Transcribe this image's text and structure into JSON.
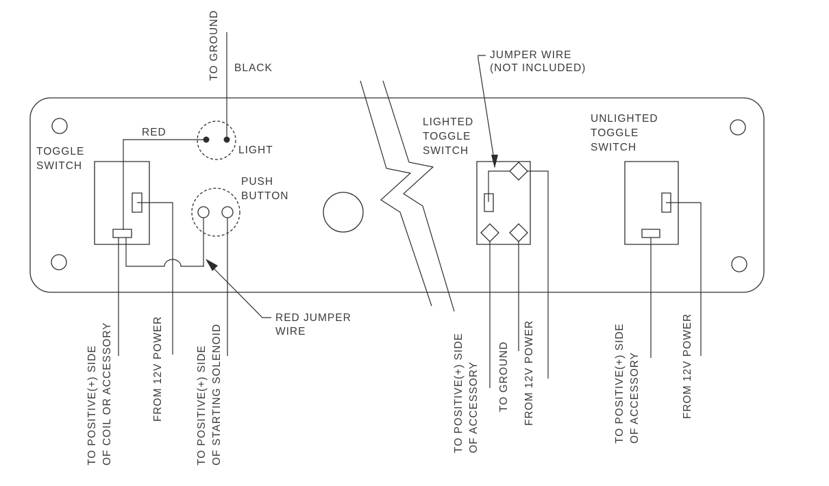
{
  "colors": {
    "line": "#2d2d2d",
    "text": "#3a3a3a",
    "background": "#ffffff"
  },
  "labels": {
    "to_ground_top": "TO GROUND",
    "black": "BLACK",
    "red": "RED",
    "light": "LIGHT",
    "toggle_switch": {
      "l1": "TOGGLE",
      "l2": "SWITCH"
    },
    "push_button": {
      "l1": "PUSH",
      "l2": "BUTTON"
    },
    "lighted_toggle_switch": {
      "l1": "LIGHTED",
      "l2": "TOGGLE",
      "l3": "SWITCH"
    },
    "unlighted_toggle_switch": {
      "l1": "UNLIGHTED",
      "l2": "TOGGLE",
      "l3": "SWITCH"
    },
    "jumper_wire_note": {
      "l1": "JUMPER WIRE",
      "l2": "(NOT INCLUDED)"
    },
    "red_jumper_wire": {
      "l1": "RED JUMPER",
      "l2": "WIRE"
    }
  },
  "wire_labels": {
    "toggle_coil": {
      "l1": "TO POSITIVE(+) SIDE",
      "l2": "OF COIL OR ACCESSORY"
    },
    "toggle_power": "FROM 12V POWER",
    "pushbutton_solenoid": {
      "l1": "TO POSITIVE(+) SIDE",
      "l2": "OF STARTING SOLENOID"
    },
    "lighted_accessory": {
      "l1": "TO POSITIVE(+) SIDE",
      "l2": "OF ACCESSORY"
    },
    "lighted_ground": "TO GROUND",
    "lighted_power": "FROM 12V POWER",
    "unlighted_accessory": {
      "l1": "TO POSITIVE(+) SIDE",
      "l2": "OF ACCESSORY"
    },
    "unlighted_power": "FROM 12V POWER"
  }
}
